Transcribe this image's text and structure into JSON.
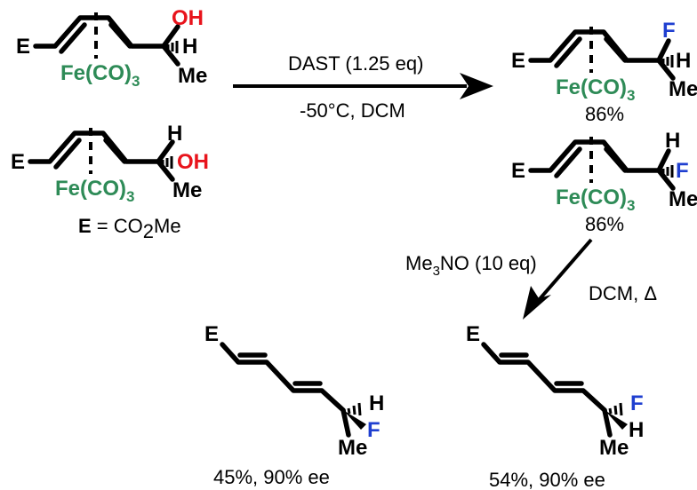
{
  "atoms": {
    "E": "E",
    "OH": "OH",
    "H": "H",
    "Me": "Me",
    "F": "F",
    "Fe": "Fe(CO)",
    "Fe_sub": "3"
  },
  "reaction1": {
    "reagent": "DAST (1.25 eq)",
    "conditions": "-50°C, DCM"
  },
  "products": {
    "top_yield": "86%",
    "mid_yield": "86%"
  },
  "legend": {
    "e_symbol": "E",
    "equals": " = CO",
    "sub": "2",
    "tail": "Me"
  },
  "reaction2": {
    "reagent_prefix": "Me",
    "reagent_sub": "3",
    "reagent_suffix": "NO (10 eq)",
    "conditions": "DCM, Δ"
  },
  "final_products": {
    "left_yield": "45%, 90% ee",
    "right_yield": "54%, 90% ee"
  },
  "colors": {
    "oh_red": "#e8141c",
    "fluorine_blue": "#1f3fd0",
    "iron_green": "#2e8b57"
  }
}
